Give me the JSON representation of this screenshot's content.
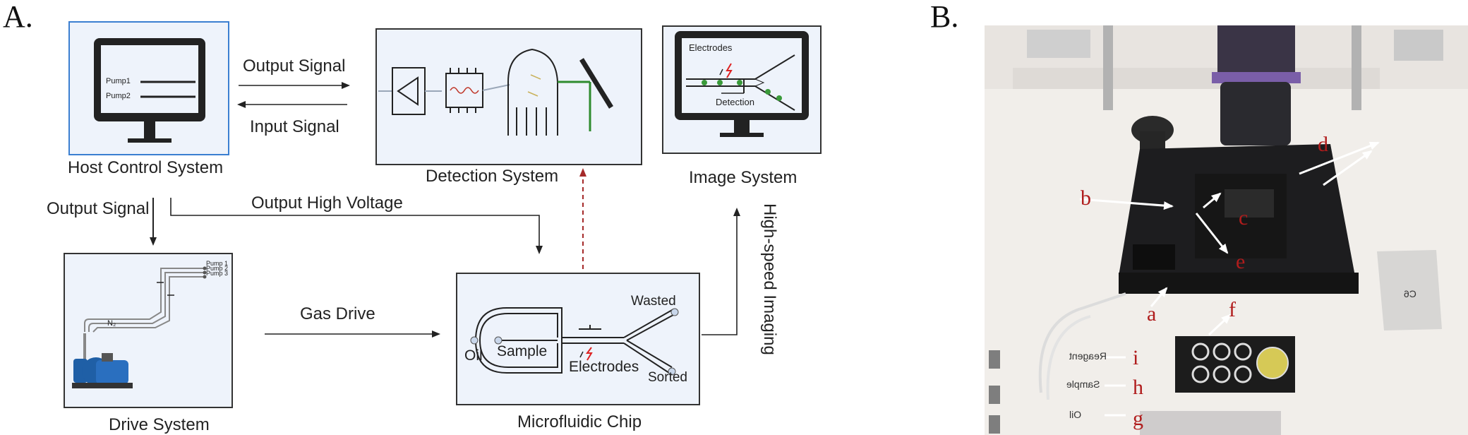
{
  "panels": {
    "a": "A.",
    "b": "B."
  },
  "diagram": {
    "host_label": "Host Control System",
    "host_screen": {
      "pump1": "Pump1",
      "pump2": "Pump2"
    },
    "detection_label": "Detection System",
    "image_label": "Image System",
    "image_screen": {
      "electrodes": "Electrodes",
      "detection": "Detection"
    },
    "drive_label": "Drive System",
    "drive_pumps": [
      "Pump 1",
      "Pump 2",
      "Pump 3"
    ],
    "drive_gas": "N₂",
    "chip_label": "Microfluidic Chip",
    "chip": {
      "oil": "Oil",
      "sample": "Sample",
      "electrodes": "Electrodes",
      "wasted": "Wasted",
      "sorted": "Sorted"
    },
    "arrows": {
      "output_signal_top": "Output Signal",
      "input_signal": "Input Signal",
      "output_signal_left": "Output Signal",
      "output_high_voltage": "Output High Voltage",
      "gas_drive": "Gas Drive",
      "high_speed_imaging": "High-speed Imaging"
    }
  },
  "photo": {
    "labels": [
      "a",
      "b",
      "c",
      "d",
      "e",
      "f",
      "g",
      "h",
      "i"
    ],
    "ports": [
      "Reagent",
      "Sample",
      "Oil"
    ],
    "tray": "C6"
  },
  "colors": {
    "box_fill": "#eef3fb",
    "host_border": "#3b7fd1",
    "arrow_dashed": "#a52a2a",
    "label_red": "#b01c1c"
  }
}
